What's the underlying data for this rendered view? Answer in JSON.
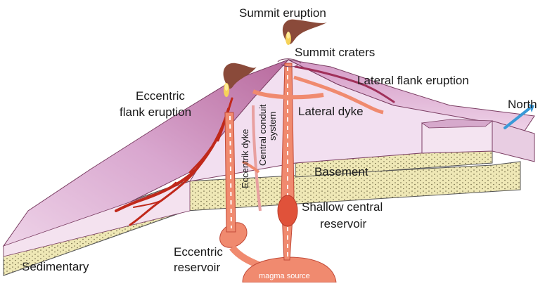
{
  "labels": {
    "summit_eruption": "Summit eruption",
    "summit_craters": "Summit craters",
    "lateral_flank_eruption": "Lateral flank eruption",
    "eccentric_flank_eruption_line1": "Eccentric",
    "eccentric_flank_eruption_line2": "flank eruption",
    "lateral_dyke": "Lateral dyke",
    "north": "North",
    "basement": "Basement",
    "eccentrik_dyke": "Eccentrik dyke",
    "central_conduit_line1": "Central conduit",
    "central_conduit_line2": "system",
    "shallow_reservoir_line1": "Shallow central",
    "shallow_reservoir_line2": "reservoir",
    "sedimentary": "Sedimentary",
    "eccentric_reservoir_line1": "Eccentric",
    "eccentric_reservoir_line2": "reservoir",
    "magma_source": "magma source"
  },
  "colors": {
    "volcano_surface": "#e6c3e0",
    "volcano_dark": "#a0527f",
    "cross_section": "#f2dff0",
    "sediment": "#efe8b6",
    "magma": "#f08a6f",
    "magma_dark": "#e0523a",
    "lava": "#c0281a",
    "plume": "#8a4a3a",
    "north_arrow": "#3a9ad8"
  }
}
